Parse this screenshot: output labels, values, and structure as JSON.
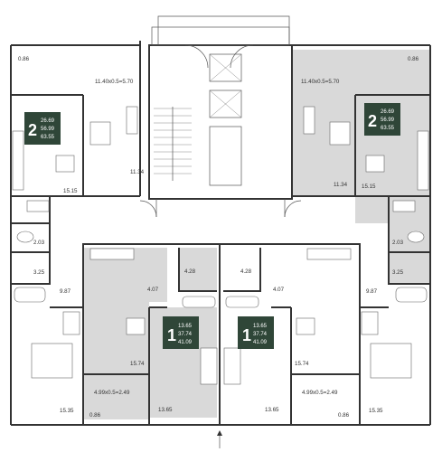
{
  "colors": {
    "badge_bg": "#2f4638",
    "badge_text": "#ffffff",
    "highlight_room": "#d9d9d9",
    "wall": "#333333",
    "background": "#ffffff"
  },
  "units": [
    {
      "id": "top-left",
      "rooms": "2",
      "areas": [
        "26.69",
        "56.99",
        "63.55"
      ]
    },
    {
      "id": "top-right",
      "rooms": "2",
      "areas": [
        "26.69",
        "56.99",
        "63.55"
      ]
    },
    {
      "id": "bottom-left",
      "rooms": "1",
      "areas": [
        "13.65",
        "37.74",
        "41.09"
      ]
    },
    {
      "id": "bottom-right",
      "rooms": "1",
      "areas": [
        "13.65",
        "37.74",
        "41.09"
      ]
    }
  ],
  "labels": {
    "balcony_top_left": "0.86",
    "balcony_top_right": "0.86",
    "balcony_bottom_left": "0.86",
    "balcony_bottom_right": "0.86",
    "loggia_top_left": "11.40x0.5=5.70",
    "loggia_top_right": "11.40x0.5=5.70",
    "loggia_bottom_left": "4.99x0.5=2.49",
    "loggia_bottom_right": "4.99x0.5=2.49",
    "room_tl_bedroom": "11.34",
    "room_tl_living": "15.15",
    "room_tr_bedroom": "11.34",
    "room_tr_living": "15.15",
    "wc_left": "2.03",
    "wc_right": "2.03",
    "bath_left": "3.25",
    "bath_right": "3.25",
    "hall_left": "9.87",
    "hall_right": "9.87",
    "room_bl_large": "15.35",
    "room_br_large": "15.35",
    "bath_small_left": "4.28",
    "bath_small_right": "4.28",
    "hall_small_left": "4.07",
    "hall_small_right": "4.07",
    "kitchen_left": "15.74",
    "kitchen_right": "15.74",
    "room_small_left": "13.65",
    "room_small_right": "13.65"
  }
}
